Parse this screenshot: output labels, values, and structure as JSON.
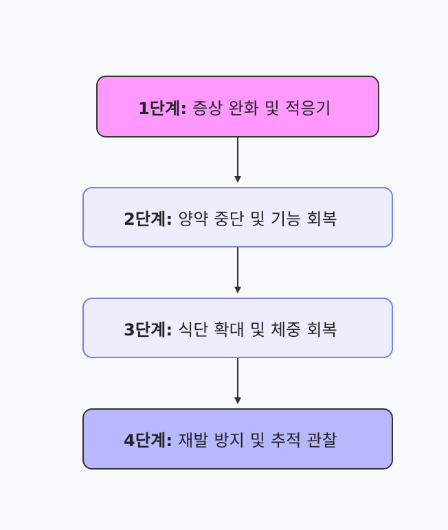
{
  "diagram": {
    "nodes": [
      {
        "id": "1",
        "step": "1단계:",
        "text": "증상 완화 및 적응기"
      },
      {
        "id": "2",
        "step": "2단계:",
        "text": "양약 중단 및 기능 회복"
      },
      {
        "id": "3",
        "step": "3단계:",
        "text": "식단 확대 및 체중 회복"
      },
      {
        "id": "4",
        "step": "4단계:",
        "text": "재발 방지 및 추적 관찰"
      }
    ],
    "edges": [
      {
        "from": "1",
        "to": "2"
      },
      {
        "from": "2",
        "to": "3"
      },
      {
        "from": "3",
        "to": "4"
      }
    ],
    "colors": {
      "background": "#f8f9fb",
      "node1_fill": "#ff99ff",
      "node_mid_fill": "#eceefd",
      "node_mid_stroke": "#7b7ee8",
      "node4_fill": "#b9b8ff",
      "edge": "#333333"
    }
  }
}
